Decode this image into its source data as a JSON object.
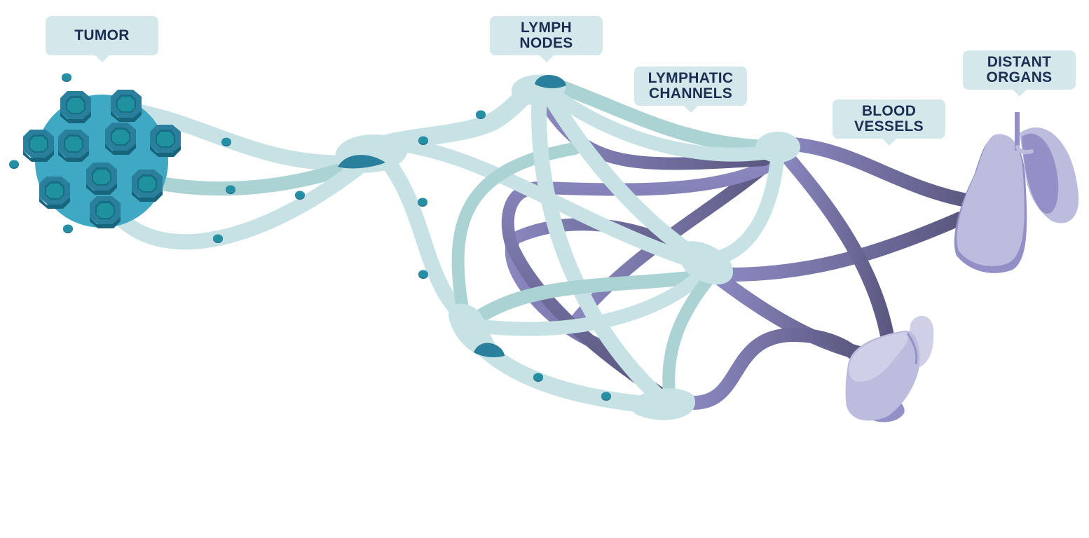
{
  "diagram": {
    "title": "Cancer metastasis pathway",
    "labels": {
      "tumor": [
        "TUMOR"
      ],
      "lymph_nodes": [
        "LYMPH",
        "NODES"
      ],
      "lymphatic_channels": [
        "LYMPHATIC",
        "CHANNELS"
      ],
      "blood_vessels": [
        "BLOOD",
        "VESSELS"
      ],
      "distant_organs": [
        "DISTANT",
        "ORGANS"
      ]
    },
    "elements": [
      "tumor-cell-cluster",
      "lymphatic-channels",
      "lymph-nodes",
      "blood-vessels",
      "lungs",
      "liver"
    ]
  },
  "colors": {
    "callout_bg": "#d4e8ec",
    "callout_text": "#1a2e52",
    "lymph_light": "#c7e2e5",
    "lymph_mid": "#acd3d4",
    "node_dark": "#2a7f9c",
    "tumor_cell_outer": "#2a7f9c",
    "tumor_cell_inner": "#1e929f",
    "tumor_body": "#3fa8c2",
    "vessel_light": "#8a87bf",
    "vessel_dark": "#5a5880",
    "organ_light": "#bcbcde",
    "organ_mid": "#9390c7",
    "organ_highlight": "#cfcfe8"
  }
}
